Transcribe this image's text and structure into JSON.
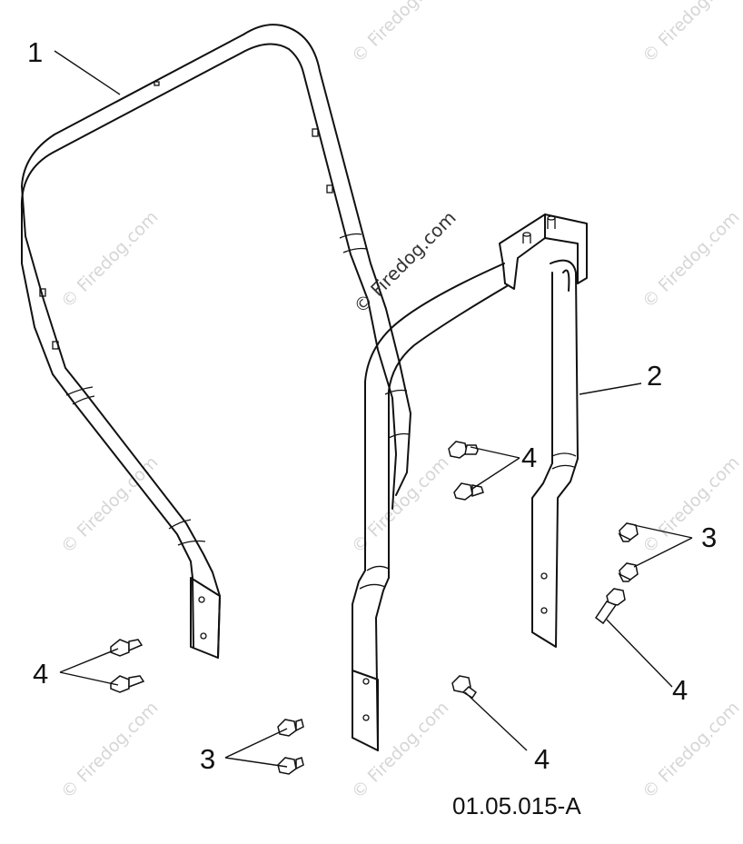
{
  "drawing_number": "01.05.015-A",
  "watermark_text": "© Firedog.com",
  "callouts": {
    "c1": "1",
    "c2": "2",
    "c3_right": "3",
    "c3_left": "3",
    "c4_center": "4",
    "c4_left": "4",
    "c4_lower_mid": "4",
    "c4_right": "4"
  }
}
